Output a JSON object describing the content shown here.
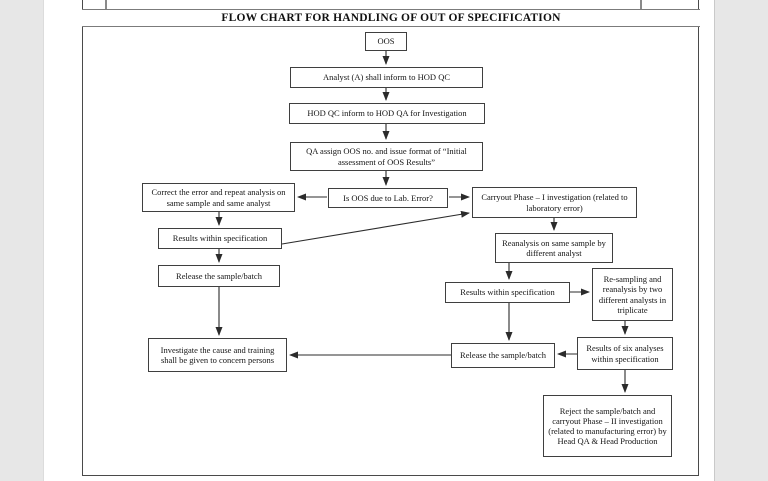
{
  "page": {
    "title": "FLOW CHART FOR HANDLING OF OUT OF SPECIFICATION"
  },
  "flowchart": {
    "nodes": {
      "oos": "OOS",
      "analyst_inform": "Analyst (A) shall inform to HOD QC",
      "hod_qc_inform": "HOD QC inform to HOD QA for Investigation",
      "qa_assign": "QA assign OOS no. and issue format of “Initial assessment of OOS Results”",
      "decision_lab_error": "Is OOS due to Lab. Error?",
      "correct_error": "Correct the error and repeat analysis on same sample and same analyst",
      "results_within_spec_left": "Results within specification",
      "release_batch_left": "Release the sample/batch",
      "investigate_cause": "Investigate the cause and training shall be given to concern persons",
      "carryout_phase1": "Carryout Phase – I investigation (related to laboratory error)",
      "reanalysis_same_sample": "Reanalysis on same sample by different analyst",
      "results_within_spec_right": "Results within specification",
      "resampling_triplicate": "Re-sampling and reanalysis by two different analysts in triplicate",
      "release_batch_right": "Release the sample/batch",
      "six_analyses_within_spec": "Results of six analyses within specification",
      "reject_phase2": "Reject the sample/batch and carryout Phase – II investigation (related to manufacturing error) by Head QA & Head Production"
    }
  },
  "colors": {
    "background": "#e7e7e7",
    "page": "#ffffff",
    "box_border": "#3f3f3f",
    "frame_border": "#4a4a4a",
    "band_border": "#7b7b7b",
    "arrow": "#2b2b2b"
  }
}
